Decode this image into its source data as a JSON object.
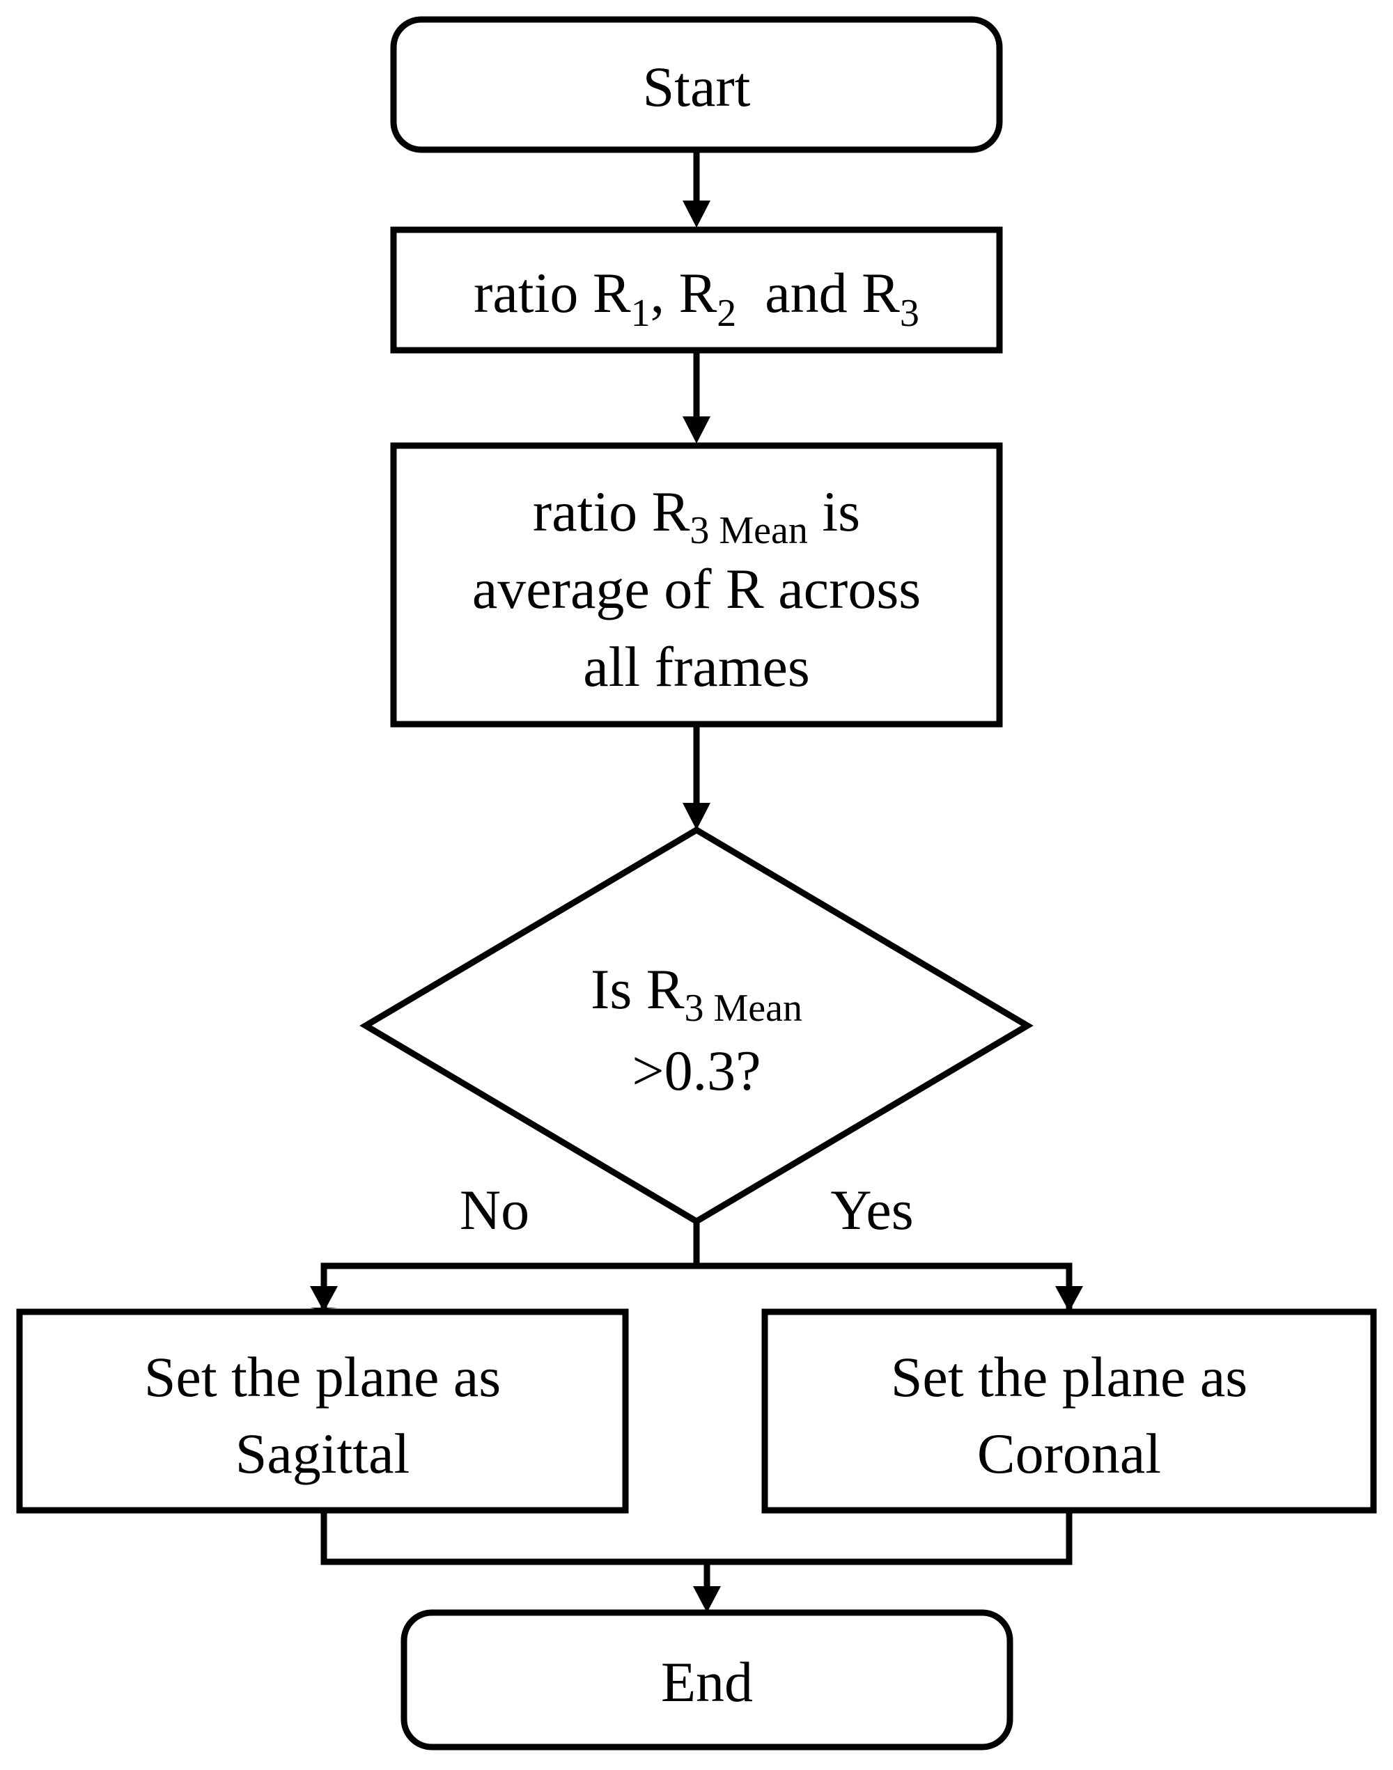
{
  "nodes": {
    "start": "Start",
    "compute": {
      "pre": "ratio R",
      "sub1": "1",
      "sep": ", R",
      "sub2": "2",
      "mid": "  and R",
      "sub3": "3"
    },
    "mean": {
      "line1_pre": "ratio R",
      "line1_sub": "3 Mean",
      "line1_post": " is",
      "line2": "average of R across",
      "line3": "all frames"
    },
    "decision": {
      "line1_pre": "Is R",
      "line1_sub": "3 Mean",
      "line2": ">0.3?"
    },
    "sagittal": {
      "line1": "Set the plane as",
      "line2": "Sagittal"
    },
    "coronal": {
      "line1": "Set the plane as",
      "line2": "Coronal"
    },
    "end": "End"
  },
  "branches": {
    "no": "No",
    "yes": "Yes"
  }
}
